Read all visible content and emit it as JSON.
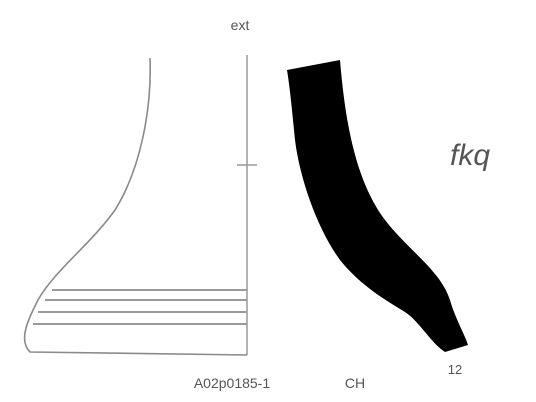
{
  "labels": {
    "top": "ext",
    "bottom_left": "A02p0185-1",
    "bottom_mid": "CH",
    "bottom_right": "12",
    "handwritten": "fkq"
  },
  "colors": {
    "outline": "#8a8a8a",
    "fill": "#000000",
    "axis": "#999999",
    "bands": "#9a9a9a"
  }
}
